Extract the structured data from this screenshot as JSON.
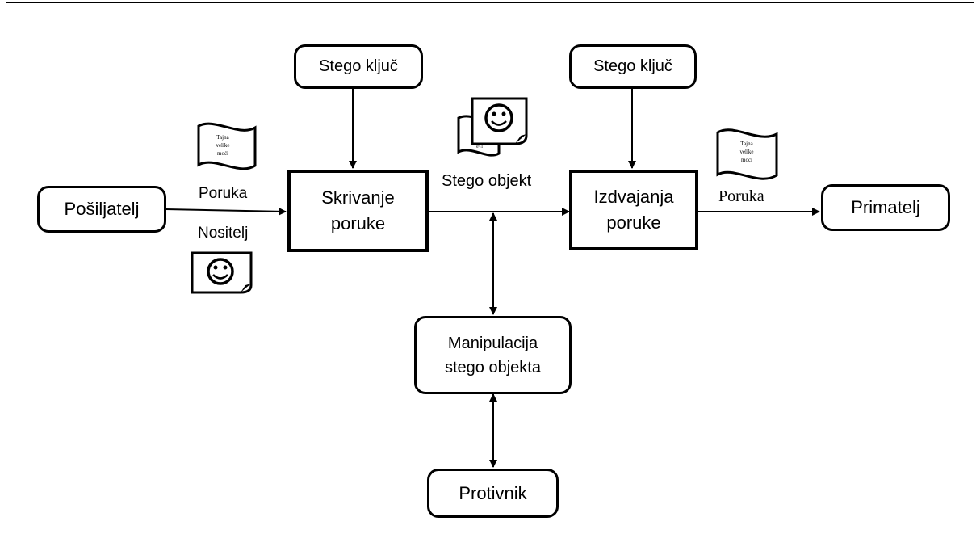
{
  "nodes": {
    "sender": "Pošiljatelj",
    "stego_key_left": "Stego ključ",
    "hiding_line1": "Skrivanje",
    "hiding_line2": "poruke",
    "stego_key_right": "Stego ključ",
    "extraction_line1": "Izdvajanja",
    "extraction_line2": "poruke",
    "receiver": "Primatelj",
    "manipulation_line1": "Manipulacija",
    "manipulation_line2": "stego objekta",
    "adversary": "Protivnik"
  },
  "labels": {
    "message_in": "Poruka",
    "carrier": "Nositelj",
    "stego_object": "Stego objekt",
    "message_out": "Poruka"
  },
  "icons": {
    "secret_note_left": [
      "Tajna",
      "velike",
      "moći"
    ],
    "secret_note_right": [
      "Tajna",
      "velike",
      "moći"
    ],
    "carrier_icon": "smiley-document-icon",
    "stego_icon": "stacked-smiley-document-icon"
  }
}
